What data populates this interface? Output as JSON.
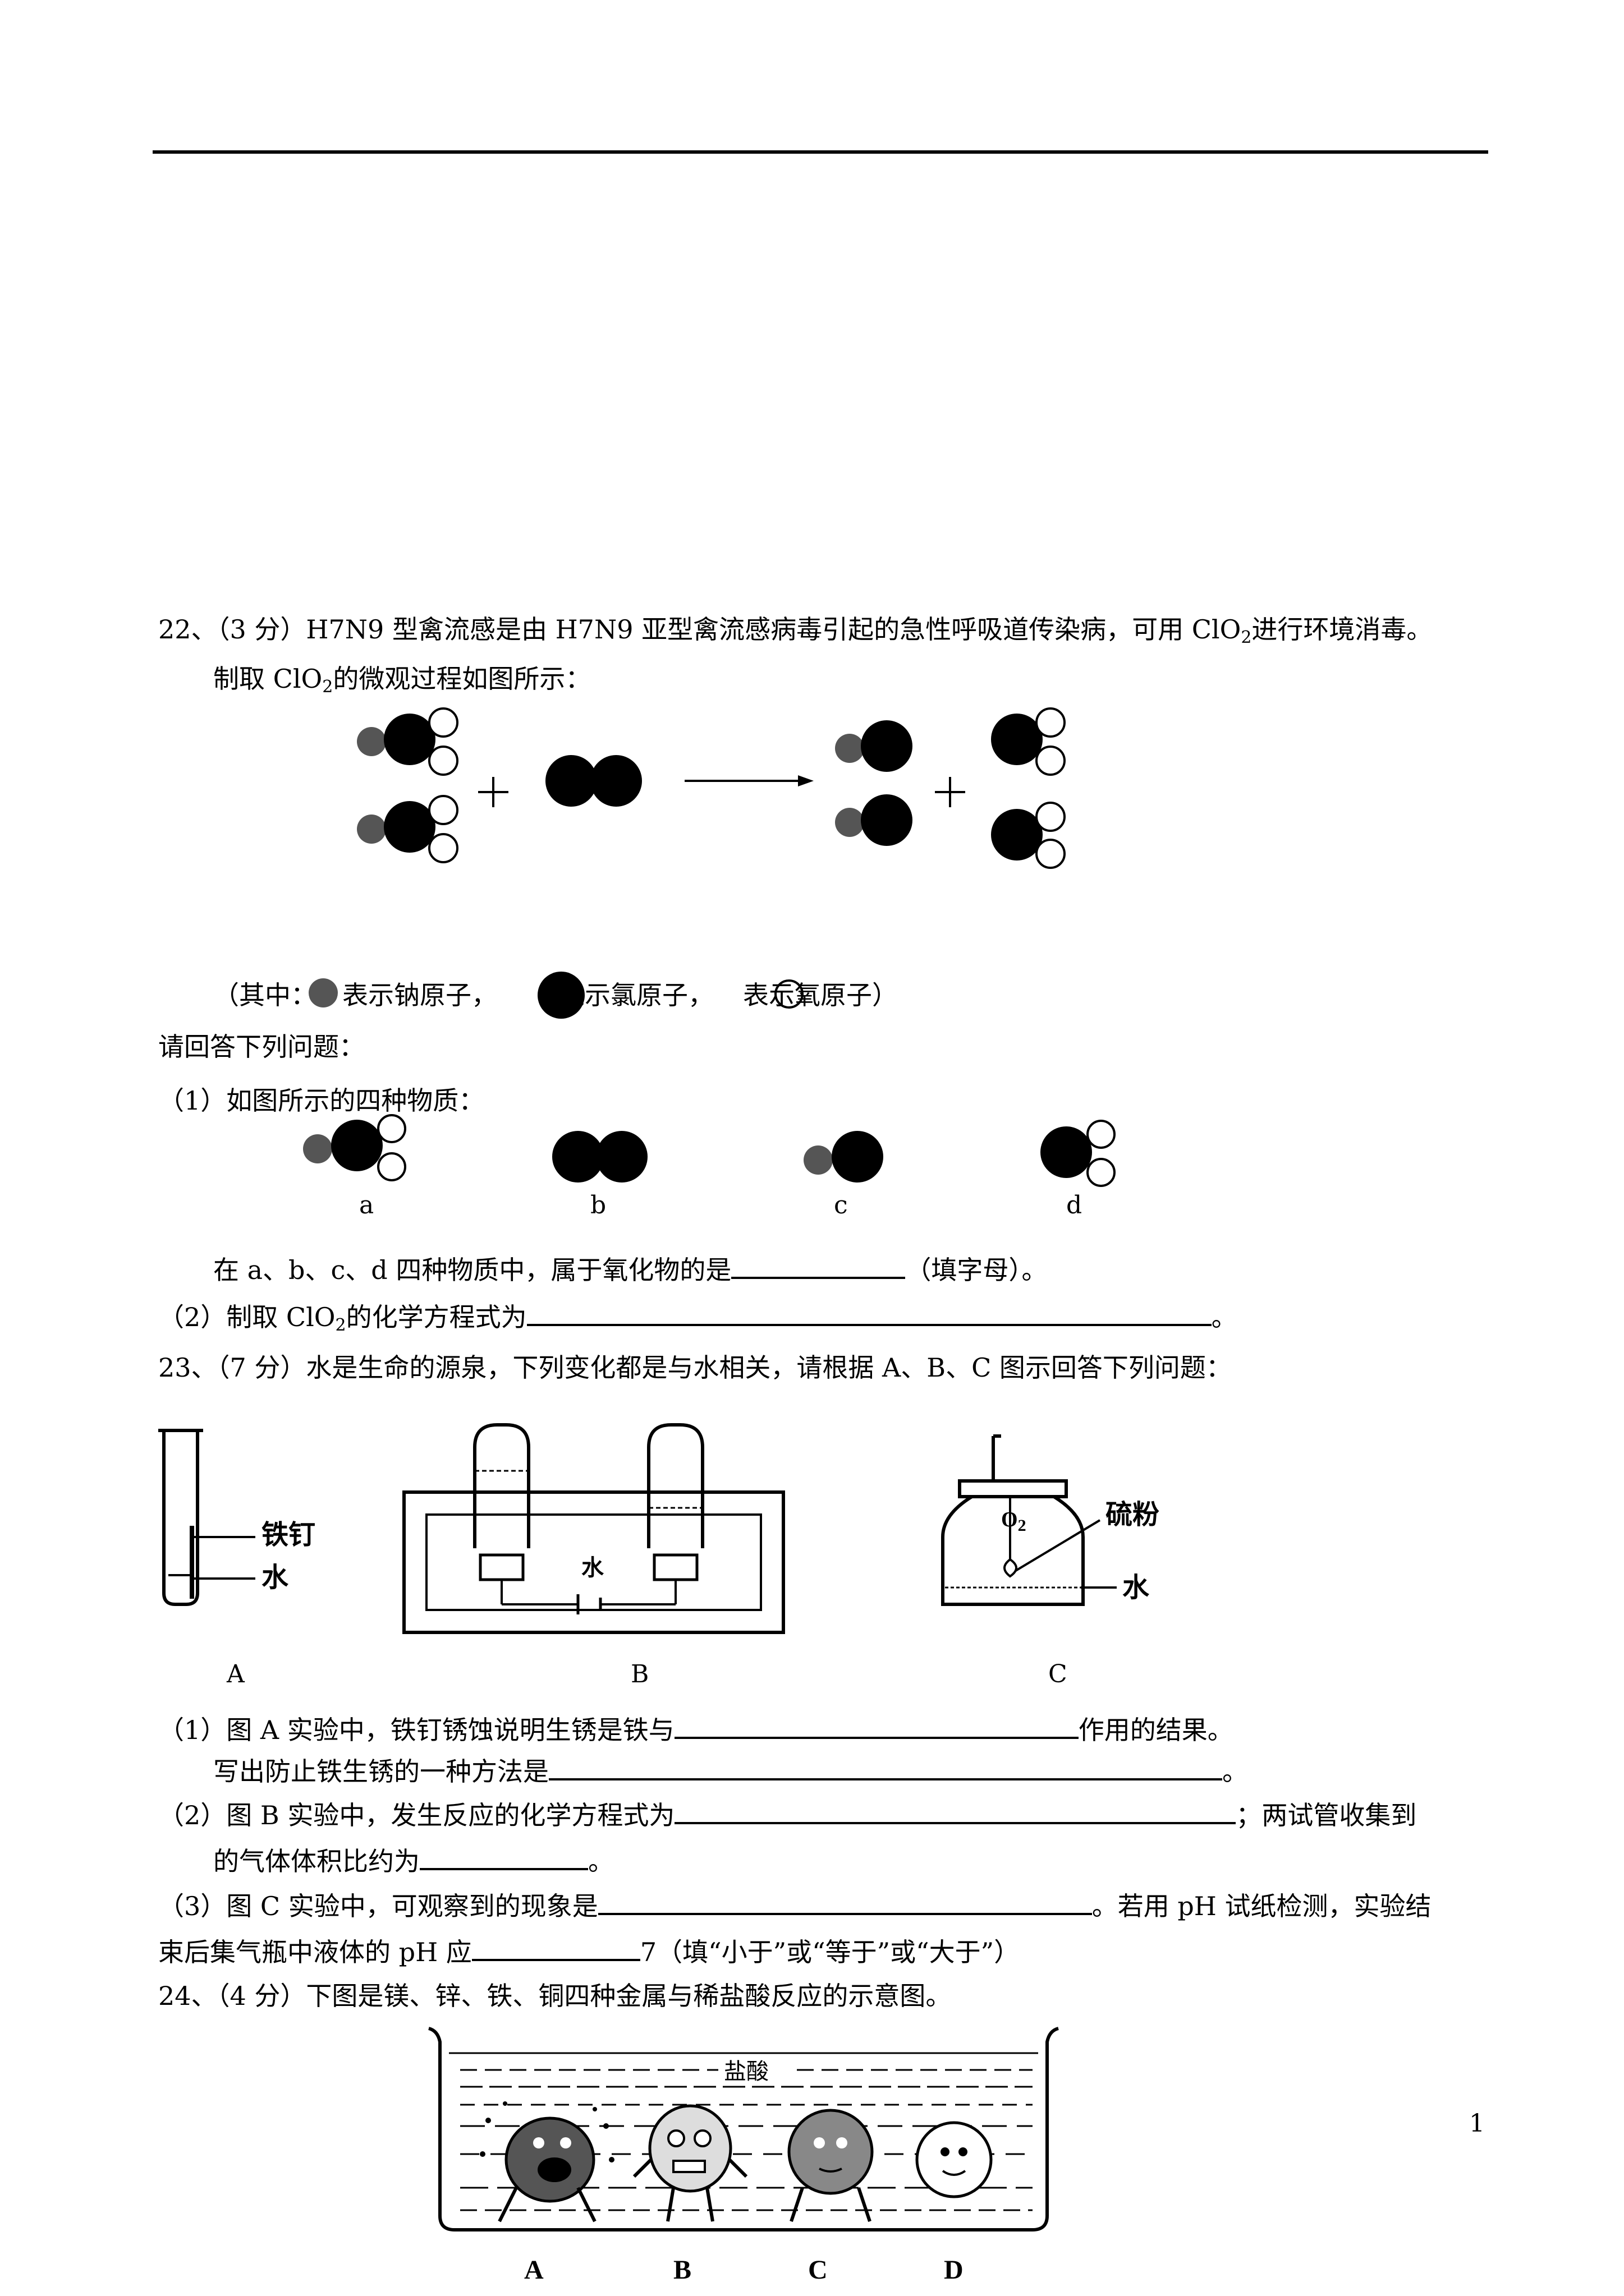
{
  "page_number": "1",
  "q22": {
    "title_prefix": "22、（3 分）H7N9 型禽流感是由 H7N9 亚型禽流感病毒引起的急性呼吸道传染病，可用 ClO",
    "title_sub": "2",
    "title_suffix": "进行环境消毒。",
    "line2_prefix": "制取 ClO",
    "line2_sub": "2",
    "line2_suffix": "的微观过程如图所示：",
    "legend_open": "（其中：",
    "legend_na": "表示钠原子，",
    "legend_cl": "表示氯原子，",
    "legend_o": "表示氧原子）",
    "prompt": "请回答下列问题：",
    "sub1": "（1）如图所示的四种物质：",
    "labels": [
      "a",
      "b",
      "c",
      "d"
    ],
    "sub1_answer_prefix": "在 a、b、c、d 四种物质中，属于氧化物的是",
    "sub1_answer_suffix": "（填字母）。",
    "sub2_prefix": "（2）制取 ClO",
    "sub2_sub": "2",
    "sub2_suffix": "的化学方程式为",
    "sub2_end": "。"
  },
  "q23": {
    "title": "23、（7 分）水是生命的源泉，下列变化都是与水相关，请根据 A、B、C 图示回答下列问题：",
    "figA": {
      "nail": "铁钉",
      "water": "水",
      "caption": "A"
    },
    "figB": {
      "water": "水",
      "caption": "B"
    },
    "figC": {
      "o2": "O",
      "o2_sub": "2",
      "sulfur": "硫粉",
      "water": "水",
      "caption": "C"
    },
    "s1_prefix": "（1）图 A 实验中，铁钉锈蚀说明生锈是铁与",
    "s1_suffix": "作用的结果。",
    "s1b_prefix": "写出防止铁生锈的一种方法是",
    "s1b_suffix": "。",
    "s2_prefix": "（2）图 B 实验中，发生反应的化学方程式为",
    "s2_suffix": "；两试管收集到",
    "s2b_prefix": "的气体体积比约为",
    "s2b_suffix": "。",
    "s3_prefix": "（3）图 C 实验中，可观察到的现象是",
    "s3_suffix": "。若用 pH 试纸检测，实验结",
    "s3b_prefix": "束后集气瓶中液体的 pH 应",
    "s3b_suffix": "7（填“小于”或“等于”或“大于”）"
  },
  "q24": {
    "title": "24、（4 分）下图是镁、锌、铁、铜四种金属与稀盐酸反应的示意图。",
    "acid": "盐酸",
    "labels": [
      "A",
      "B",
      "C",
      "D"
    ]
  }
}
